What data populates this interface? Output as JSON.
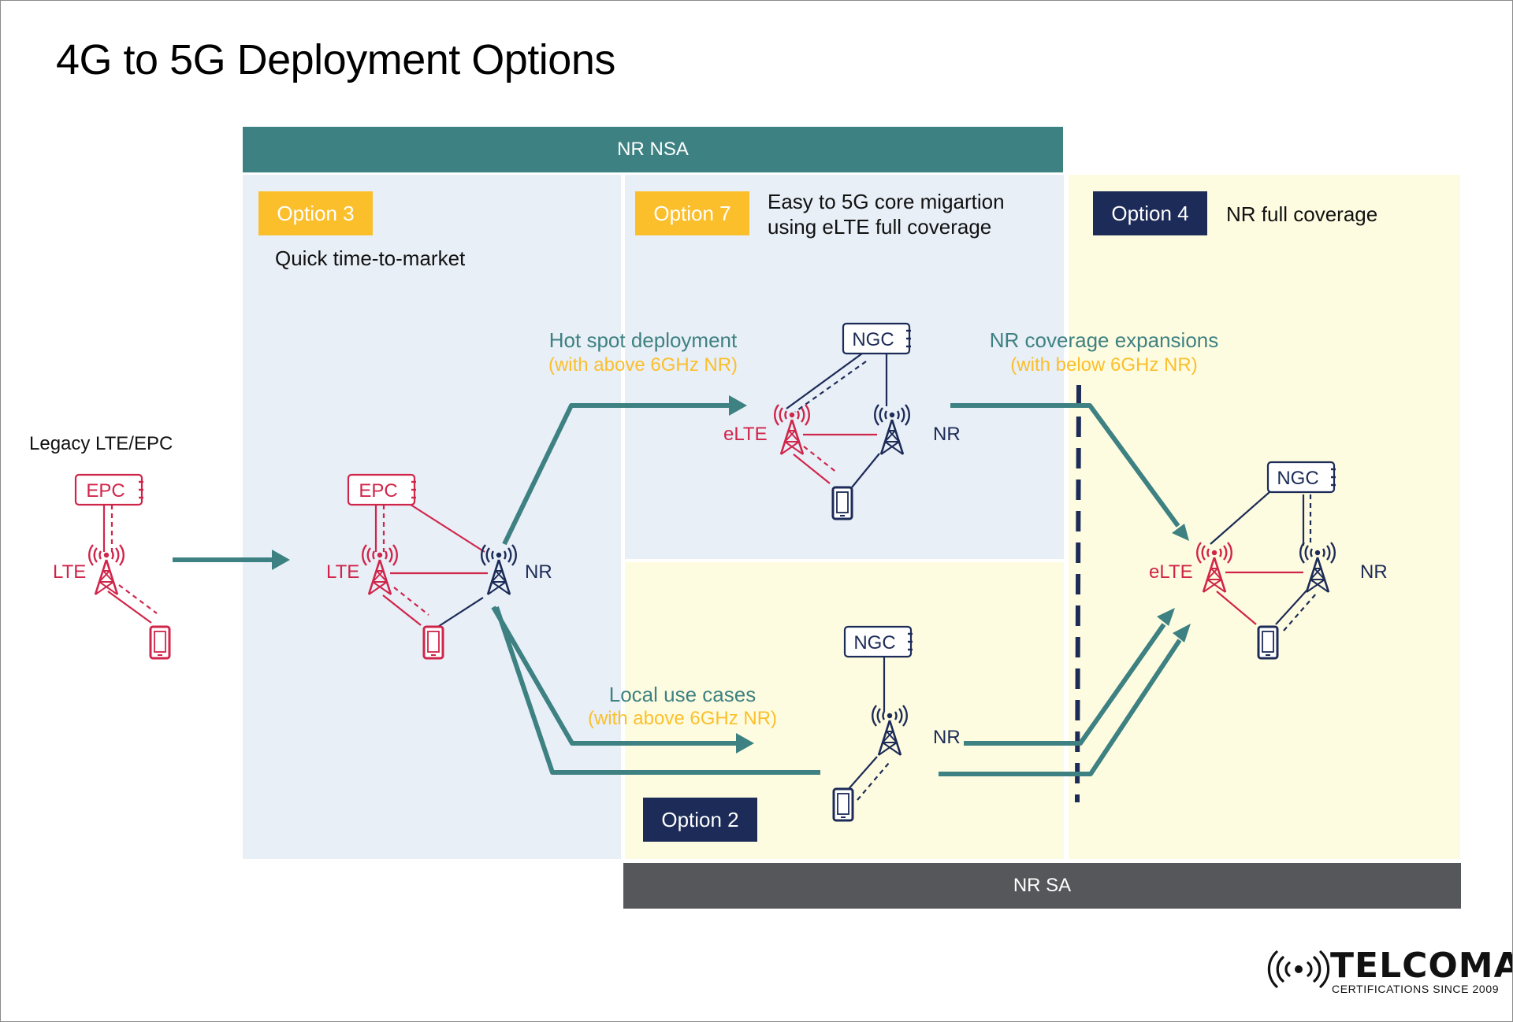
{
  "title": "4G to 5G Deployment Options",
  "bands": {
    "nsa": "NR NSA",
    "sa": "NR SA"
  },
  "legacy": {
    "heading": "Legacy LTE/EPC",
    "core": "EPC",
    "ran": "LTE"
  },
  "option3": {
    "badge": "Option 3",
    "description": "Quick time-to-market",
    "core": "EPC",
    "lte": "LTE",
    "nr": "NR"
  },
  "option7": {
    "badge": "Option 7",
    "description_line1": "Easy to 5G core migartion",
    "description_line2": "using eLTE full coverage",
    "core": "NGC",
    "elte": "eLTE",
    "nr": "NR"
  },
  "option4": {
    "badge": "Option 4",
    "description": "NR full coverage",
    "core": "NGC",
    "elte": "eLTE",
    "nr": "NR"
  },
  "option2": {
    "badge": "Option 2",
    "core": "NGC",
    "nr": "NR"
  },
  "transitions": {
    "hotspot": {
      "label": "Hot spot deployment",
      "note": "(with above 6GHz NR)"
    },
    "coverage": {
      "label": "NR coverage expansions",
      "note": "(with below 6GHz NR)"
    },
    "local": {
      "label": "Local use cases",
      "note": "(with above 6GHz NR)"
    }
  },
  "logo": {
    "name": "TELCOMA",
    "tagline": "CERTIFICATIONS SINCE 2009"
  },
  "colors": {
    "teal": "#3e8182",
    "red": "#d0254a",
    "navy": "#1c2b57",
    "gold": "#fbbf2c",
    "gray_band": "#56575a",
    "light_blue": "#e8eff7",
    "light_yellow": "#fefce0"
  }
}
